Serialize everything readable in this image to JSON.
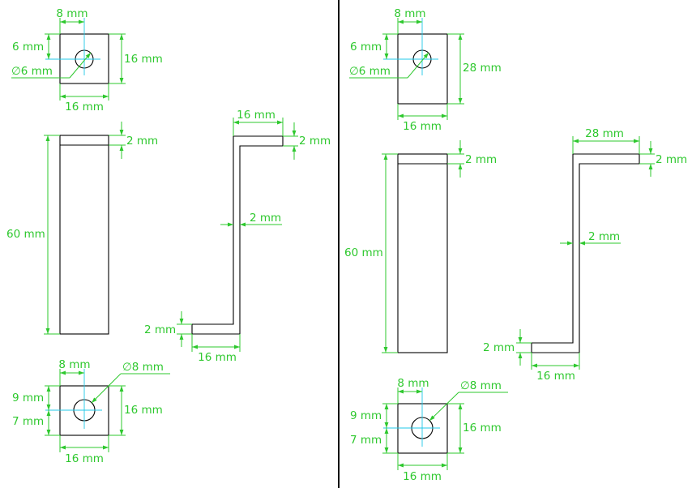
{
  "colors": {
    "dimension": "#2ec82e",
    "centerline": "#20c8e8",
    "outline": "#000000",
    "background": "#ffffff"
  },
  "left_variant": {
    "top_plate": {
      "hole_offset_x": "8 mm",
      "hole_offset_y": "6 mm",
      "hole_diameter": "∅6 mm",
      "height": "16 mm",
      "width": "16 mm"
    },
    "side_view": {
      "thickness": "2 mm",
      "length": "60 mm"
    },
    "profile": {
      "top_flange": "16 mm",
      "top_thickness": "2 mm",
      "web_thickness": "2 mm",
      "bottom_thickness": "2 mm",
      "bottom_flange": "16 mm"
    },
    "bottom_plate": {
      "hole_offset_x": "8 mm",
      "hole_diameter": "∅8 mm",
      "hole_offset_top": "9 mm",
      "hole_offset_bottom": "7 mm",
      "height": "16 mm",
      "width": "16 mm"
    }
  },
  "right_variant": {
    "top_plate": {
      "hole_offset_x": "8 mm",
      "hole_offset_y": "6 mm",
      "hole_diameter": "∅6 mm",
      "height": "28 mm",
      "width": "16 mm"
    },
    "side_view": {
      "thickness": "2 mm",
      "length": "60 mm"
    },
    "profile": {
      "top_flange": "28 mm",
      "top_thickness": "2 mm",
      "web_thickness": "2 mm",
      "bottom_thickness": "2 mm",
      "bottom_flange": "16 mm"
    },
    "bottom_plate": {
      "hole_offset_x": "8 mm",
      "hole_diameter": "∅8 mm",
      "hole_offset_top": "9 mm",
      "hole_offset_bottom": "7 mm",
      "height": "16 mm",
      "width": "16 mm"
    }
  }
}
